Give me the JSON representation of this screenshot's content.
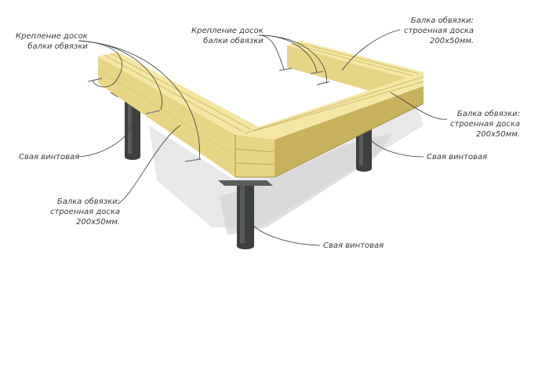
{
  "colors": {
    "wood_top": "#f4e7a6",
    "wood_side": "#e7d586",
    "wood_dark": "#c9b25e",
    "wood_edge": "#a89243",
    "pile": "#3d403e",
    "pile_light": "#6b6f6c",
    "plate": "#5a5d5b",
    "shadow": "#d8d8d8",
    "leader": "#3a3a3a",
    "label": "#3a3a3a"
  },
  "labels": {
    "fastening_left": {
      "line1": "Крепление досок",
      "line2": "балки обвязки"
    },
    "fastening_top": {
      "line1": "Крепление досок",
      "line2": "балки обвязки"
    },
    "beam_top_right": {
      "line1": "Балка обвязки:",
      "line2": "строенная доска",
      "line3": "200х50мм."
    },
    "beam_right": {
      "line1": "Балка обвязки:",
      "line2": "строенная доска",
      "line3": "200х50мм."
    },
    "beam_left": {
      "line1": "Балка обвязки:",
      "line2": "строенная доска",
      "line3": "200х50мм."
    },
    "pile_left": "Свая винтовая",
    "pile_right": "Свая винтовая",
    "pile_bottom": "Свая винтовая"
  }
}
